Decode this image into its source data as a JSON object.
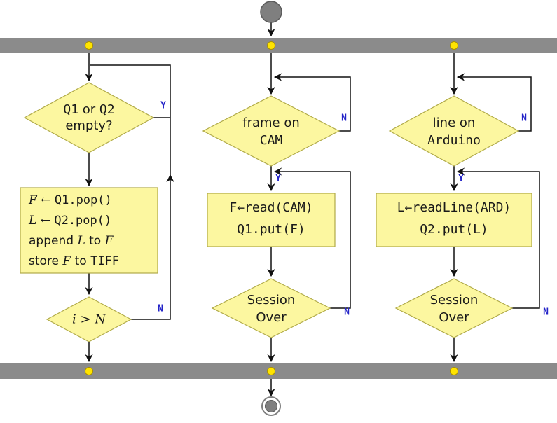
{
  "labels": {
    "yes": "Y",
    "no": "N"
  },
  "lane1": {
    "decision_empty": {
      "code1": "Q1",
      "mid": " or ",
      "code2": "Q2",
      "line2": "empty?"
    },
    "process": {
      "l1_math": "F ← ",
      "l1_code": "Q1.pop()",
      "l2_math": "L ← ",
      "l2_code": "Q2.pop()",
      "l3_t1": "append ",
      "l3_v1": "L",
      "l3_t2": " to ",
      "l3_v2": "F",
      "l4_t1": "store ",
      "l4_v1": "F",
      "l4_t2": " to ",
      "l4_code": "TIFF"
    },
    "decision_count": {
      "expr": "i > N"
    }
  },
  "lane2": {
    "decision_frame": {
      "line1": "frame on",
      "line2": "CAM"
    },
    "process": {
      "line1": "F←read(CAM)",
      "line2": "Q1.put(F)"
    },
    "decision_session": {
      "line1": "Session",
      "line2": "Over"
    }
  },
  "lane3": {
    "decision_line": {
      "line1": "line on",
      "line2": "Arduino"
    },
    "process": {
      "line1": "L←readLine(ARD)",
      "line2": "Q2.put(L)"
    },
    "decision_session": {
      "line1": "Session",
      "line2": "Over"
    }
  },
  "colors": {
    "node_fill": "#fcf7a0",
    "node_stroke": "#b0aa48",
    "bar_gray": "#8b8b8b",
    "dot_yellow": "#ffe400",
    "branch_label_blue": "#2424c8"
  }
}
